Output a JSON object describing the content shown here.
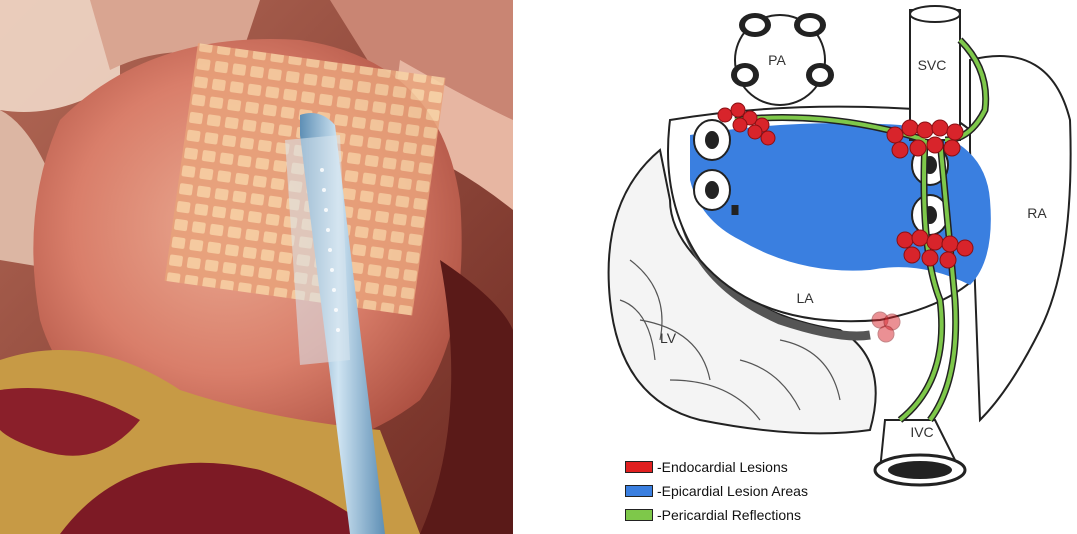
{
  "diagram": {
    "labels": {
      "pa": "PA",
      "svc": "SVC",
      "ra": "RA",
      "la": "LA",
      "lv": "LV",
      "ivc": "IVC"
    },
    "legend": [
      {
        "color": "#e02020",
        "label": "-Endocardial Lesions"
      },
      {
        "color": "#3a7fe0",
        "label": "-Epicardial Lesion Areas"
      },
      {
        "color": "#7ec84a",
        "label": "-Pericardial Reflections"
      }
    ]
  }
}
